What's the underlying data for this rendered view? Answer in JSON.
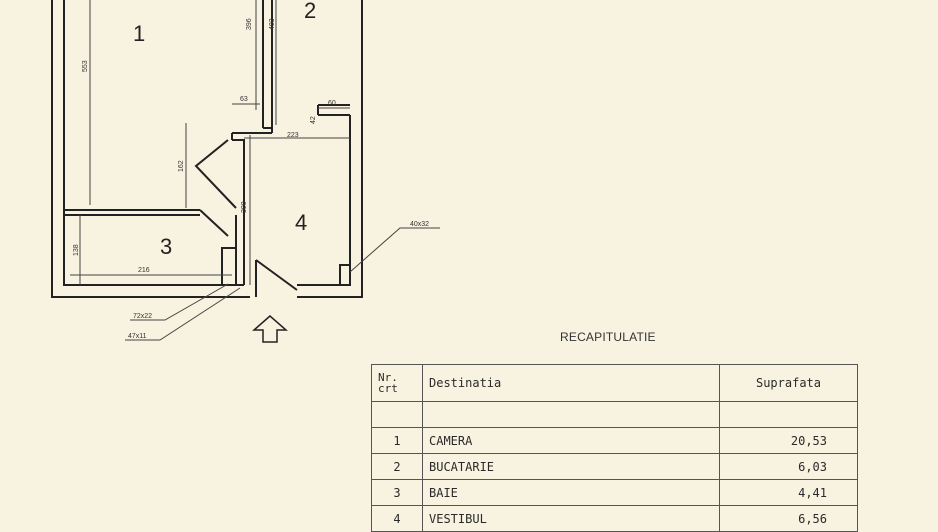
{
  "rooms": [
    {
      "number": "1"
    },
    {
      "number": "2"
    },
    {
      "number": "3"
    },
    {
      "number": "4"
    }
  ],
  "dimensions": {
    "d553": "553",
    "d396": "396",
    "d403": "403",
    "d63": "63",
    "d60": "60",
    "d42": "42",
    "d223": "223",
    "d162": "162",
    "d300": "300",
    "d138": "138",
    "d216": "216",
    "d40x32": "40x32",
    "d72x22": "72x22",
    "d47x11": "47x11"
  },
  "recap": {
    "title": "RECAPITULATIE",
    "header": {
      "nr_line1": "Nr.",
      "nr_line2": "crt",
      "destination": "Destinatia",
      "area": "Suprafata"
    },
    "rows": [
      {
        "nr": "1",
        "name": "CAMERA",
        "area": "20,53"
      },
      {
        "nr": "2",
        "name": "BUCATARIE",
        "area": "6,03"
      },
      {
        "nr": "3",
        "name": "BAIE",
        "area": "4,41"
      },
      {
        "nr": "4",
        "name": "VESTIBUL",
        "area": "6,56"
      }
    ]
  }
}
